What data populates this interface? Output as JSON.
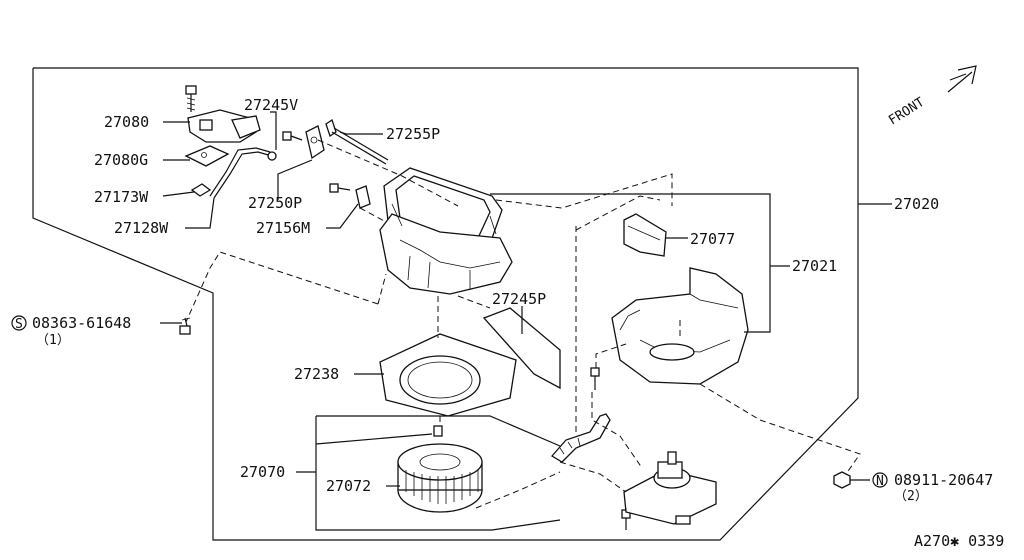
{
  "diagram": {
    "front_label": "FRONT",
    "ref_code": "A270✱ 0339",
    "parts": {
      "p27080": "27080",
      "p27245V": "27245V",
      "p27080G": "27080G",
      "p27255P": "27255P",
      "p27173W": "27173W",
      "p27250P": "27250P",
      "p27128W": "27128W",
      "p27156M": "27156M",
      "p27020": "27020",
      "p27077": "27077",
      "p27021": "27021",
      "p08363": "08363-61648",
      "p08363_qty": "（1）",
      "p27245P": "27245P",
      "p27238": "27238",
      "p27070": "27070",
      "p27072": "27072",
      "p08911": "08911-20647",
      "p08911_qty": "（2）"
    },
    "symbols": {
      "s_marker": "S",
      "n_marker": "N"
    }
  }
}
